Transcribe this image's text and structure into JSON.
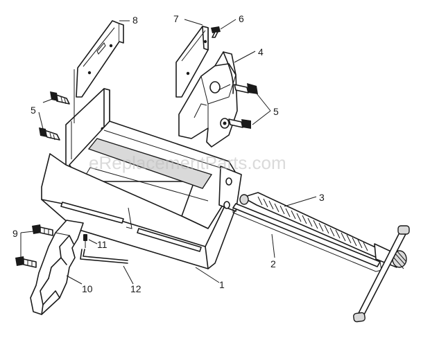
{
  "watermark": "eReplacementParts.com",
  "callouts": [
    "1",
    "2",
    "3",
    "4",
    "5",
    "5",
    "6",
    "7",
    "8",
    "9",
    "10",
    "11",
    "12"
  ]
}
